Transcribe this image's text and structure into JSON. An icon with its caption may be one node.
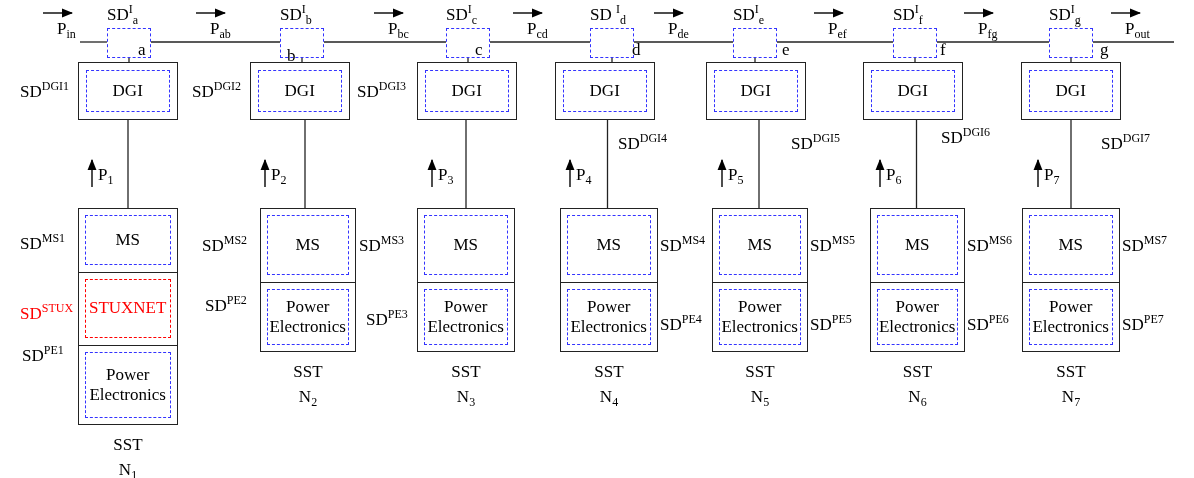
{
  "diagram": {
    "nodes": [
      {
        "text": [],
        "shape": "box",
        "beside": [
          "SD$^{I}$$_{a}$"
        ]
      },
      {
        "text": [],
        "shape": "box",
        "beside": [
          "SD$^{DGI1}$"
        ]
      },
      {
        "text": [
          "DGI"
        ],
        "in": 1
      },
      {
        "text": [],
        "shape": "box",
        "beside": [
          "SST N$_{1}$"
        ]
      },
      {
        "text": [
          "MS"
        ],
        "in": 3,
        "beside": [
          "SD$^{MS1}$"
        ]
      },
      {
        "text": [
          "STUXNET"
        ],
        "in": 3,
        "beside": [
          "SD$^{STUX}$"
        ]
      },
      {
        "text": [
          "Power Electronics"
        ],
        "in": 3,
        "beside": [
          "SD$^{PE1}$"
        ]
      },
      {
        "text": [],
        "shape": "box",
        "beside": [
          "SD$^{I}$$_{b}$"
        ]
      },
      {
        "text": [],
        "shape": "box",
        "beside": [
          "SD$^{DGI2}$"
        ]
      },
      {
        "text": [
          "DGI"
        ],
        "in": 8
      },
      {
        "text": [],
        "shape": "box",
        "beside": [
          "SST N$_{2}$"
        ]
      },
      {
        "text": [
          "MS"
        ],
        "in": 10,
        "beside": [
          "SD$^{MS2}$"
        ]
      },
      {
        "text": [
          "Power Electronics"
        ],
        "in": 10,
        "beside": [
          "SD$^{PE2}$"
        ]
      },
      {
        "text": [],
        "shape": "box",
        "beside": [
          "SD$^{I}$$_{c}$"
        ]
      },
      {
        "text": [],
        "shape": "box",
        "beside": [
          "SD$^{DGI3}$"
        ]
      },
      {
        "text": [
          "DGI"
        ],
        "in": 14
      },
      {
        "text": [],
        "shape": "box",
        "beside": [
          "SST N$_{3}$"
        ]
      },
      {
        "text": [
          "MS"
        ],
        "in": 16,
        "beside": [
          "SD$^{MS3}$"
        ]
      },
      {
        "text": [
          "Power Electronics"
        ],
        "in": 16,
        "beside": [
          "SD$^{PE3}$"
        ]
      },
      {
        "text": [],
        "shape": "box",
        "beside": [
          "SD $^{I}$$_{d}$"
        ]
      },
      {
        "text": [],
        "shape": "box",
        "beside": [
          "SD$^{DGI4}$"
        ]
      },
      {
        "text": [
          "DGI"
        ],
        "in": 20
      },
      {
        "text": [],
        "shape": "box",
        "beside": [
          "SST N$_{4}$"
        ]
      },
      {
        "text": [
          "MS"
        ],
        "in": 22,
        "beside": [
          "SD$^{MS4}$"
        ]
      },
      {
        "text": [
          "Power Electronics"
        ],
        "in": 22,
        "beside": [
          "SD$^{PE4}$"
        ]
      },
      {
        "text": [],
        "shape": "box",
        "beside": [
          "SD$^{I}$$_{e}$"
        ]
      },
      {
        "text": [],
        "shape": "box",
        "beside": [
          "SD$^{DGI5}$"
        ]
      },
      {
        "text": [
          "DGI"
        ],
        "in": 26
      },
      {
        "text": [],
        "shape": "box",
        "beside": [
          "SST N$_{5}$"
        ]
      },
      {
        "text": [
          "MS"
        ],
        "in": 28,
        "beside": [
          "SD$^{MS5}$"
        ]
      },
      {
        "text": [
          "Power Electronics"
        ],
        "in": 28,
        "beside": [
          "SD$^{PE5}$"
        ]
      },
      {
        "text": [],
        "shape": "box",
        "beside": [
          "SD$^{I}$$_{f}$"
        ]
      },
      {
        "text": [],
        "shape": "box",
        "beside": [
          "SD$^{DGI6}$"
        ]
      },
      {
        "text": [
          "DGI"
        ],
        "in": 32
      },
      {
        "text": [],
        "shape": "box",
        "beside": [
          "SST N$_{6}$"
        ]
      },
      {
        "text": [
          "MS"
        ],
        "in": 34,
        "beside": [
          "SD$^{MS6}$"
        ]
      },
      {
        "text": [
          "Power Electronics"
        ],
        "in": 34,
        "beside": [
          "SD$^{PE6}$"
        ]
      },
      {
        "text": [],
        "shape": "box",
        "beside": [
          "SD$^{I}$$_{g}$"
        ]
      },
      {
        "text": [],
        "shape": "box",
        "beside": [
          "SD$^{DGI7}$"
        ]
      },
      {
        "text": [
          "DGI"
        ],
        "in": 38
      },
      {
        "text": [],
        "shape": "box",
        "beside": [
          "SST N$_{7}$"
        ]
      },
      {
        "text": [
          "MS"
        ],
        "in": 40,
        "beside": [
          "SD$^{MS7}$"
        ]
      },
      {
        "text": [
          "Power Electronics"
        ],
        "in": 40,
        "beside": [
          "SD$^{PE7}$"
        ]
      }
    ],
    "edges": [
      {
        "from": 0,
        "to": 1,
        "arrow": "none"
      },
      {
        "from": 1,
        "to": 3,
        "arrow": "none"
      },
      {
        "from": 7,
        "to": 8,
        "arrow": "none"
      },
      {
        "from": 8,
        "to": 10,
        "arrow": "none"
      },
      {
        "from": 13,
        "to": 14,
        "arrow": "none"
      },
      {
        "from": 14,
        "to": 16,
        "arrow": "none"
      },
      {
        "from": 19,
        "to": 20,
        "arrow": "none"
      },
      {
        "from": 20,
        "to": 22,
        "arrow": "none"
      },
      {
        "from": 25,
        "to": 26,
        "arrow": "none"
      },
      {
        "from": 26,
        "to": 28,
        "arrow": "none"
      },
      {
        "from": 31,
        "to": 32,
        "arrow": "none"
      },
      {
        "from": 32,
        "to": 34,
        "arrow": "none"
      },
      {
        "from": 37,
        "to": 38,
        "arrow": "none"
      },
      {
        "from": 38,
        "to": 40,
        "arrow": "none"
      },
      {
        "from": 0,
        "to": 7,
        "arrow": "none"
      },
      {
        "from": 7,
        "to": 13,
        "arrow": "none"
      },
      {
        "from": 13,
        "to": 19,
        "arrow": "none"
      },
      {
        "from": 19,
        "to": 25,
        "arrow": "none"
      },
      {
        "from": 25,
        "to": 31,
        "arrow": "none"
      },
      {
        "from": 31,
        "to": 37,
        "arrow": "none"
      }
    ],
    "labels": [
      "P$_{in}$",
      "P$_{ab}$",
      "P$_{bc}$",
      "P$_{cd}$",
      "P$_{de}$",
      "P$_{ef}$",
      "P$_{fg}$",
      "P$_{out}$",
      "a",
      "b",
      "c",
      "d",
      "e",
      "f",
      "g",
      "P$_{1}$",
      "P$_{2}$",
      "P$_{3}$",
      "P$_{4}$",
      "P$_{5}$",
      "P$_{6}$",
      "P$_{7}$"
    ]
  }
}
